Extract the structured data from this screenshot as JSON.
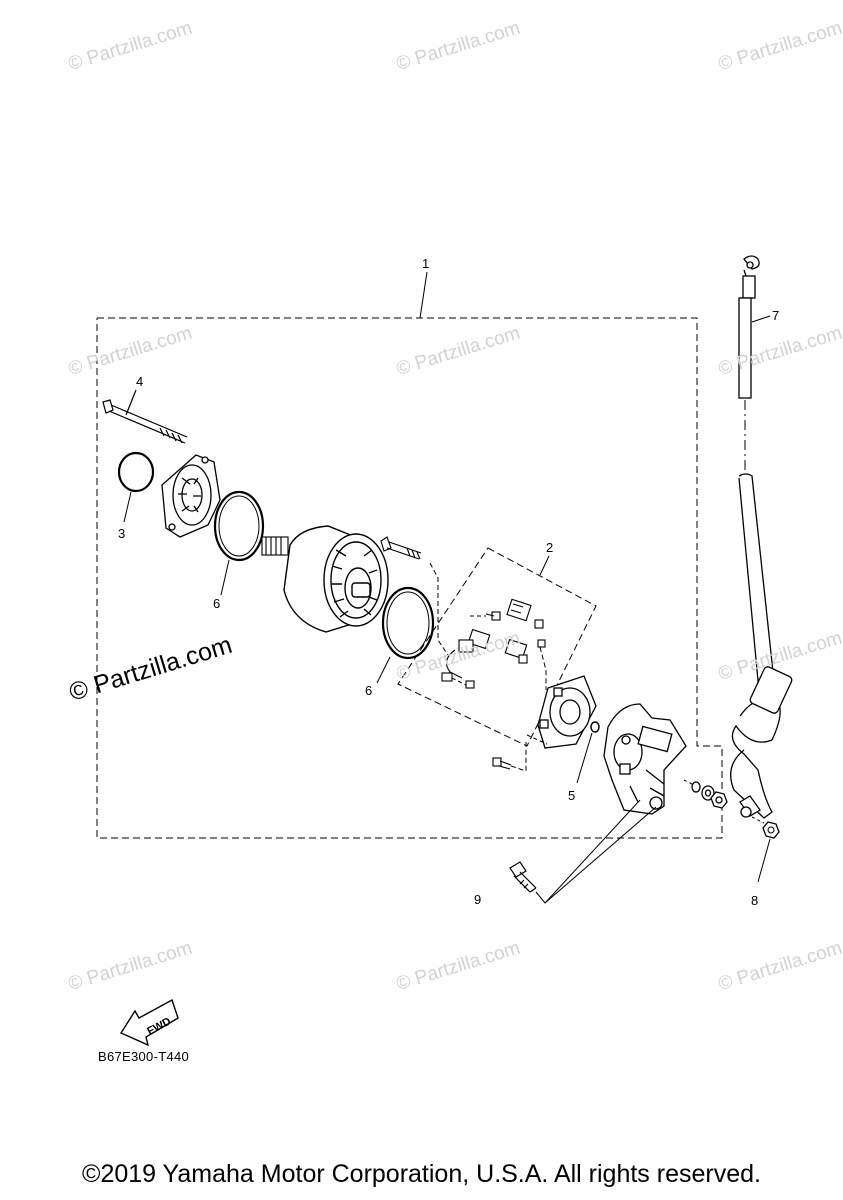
{
  "watermark": "© Partzilla.com",
  "prominent_watermark": "© Partzilla.com",
  "callouts": [
    "1",
    "2",
    "3",
    "4",
    "5",
    "6",
    "6",
    "7",
    "8",
    "9"
  ],
  "fwd_label": "FWD",
  "diagram_code": "B67E300-T440",
  "copyright": "©2019 Yamaha Motor Corporation, U.S.A. All rights reserved."
}
